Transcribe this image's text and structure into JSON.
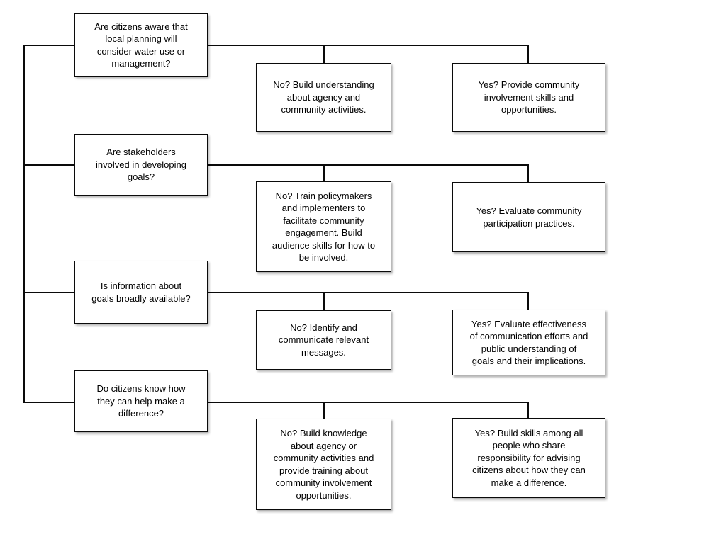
{
  "diagram": {
    "type": "decision-flowchart",
    "colors": {
      "background": "#ffffff",
      "box_fill": "#ffffff",
      "box_border": "#0a0a0a",
      "connector": "#0a0a0a",
      "text": "#000000"
    },
    "rows": [
      {
        "question": "Are citizens aware that\nlocal planning will\nconsider water use or\nmanagement?",
        "no_action": "No? Build understanding\nabout agency and\ncommunity activities.",
        "yes_action": "Yes? Provide community\ninvolvement skills and\nopportunities."
      },
      {
        "question": "Are stakeholders\ninvolved in developing\ngoals?",
        "no_action": "No? Train policymakers\nand implementers to\nfacilitate community\nengagement. Build\naudience skills for how to\nbe involved.",
        "yes_action": "Yes? Evaluate community\nparticipation practices."
      },
      {
        "question": "Is information about\ngoals broadly available?",
        "no_action": "No? Identify and\ncommunicate relevant\nmessages.",
        "yes_action": "Yes? Evaluate effectiveness\nof communication efforts and\npublic understanding of\ngoals and their implications."
      },
      {
        "question": "Do citizens know how\nthey can help make a\ndifference?",
        "no_action": "No? Build knowledge\nabout agency or\ncommunity activities and\nprovide training about\ncommunity involvement\nopportunities.",
        "yes_action": "Yes? Build skills among all\npeople who share\nresponsibility for advising\ncitizens about how they can\nmake a difference."
      }
    ]
  }
}
